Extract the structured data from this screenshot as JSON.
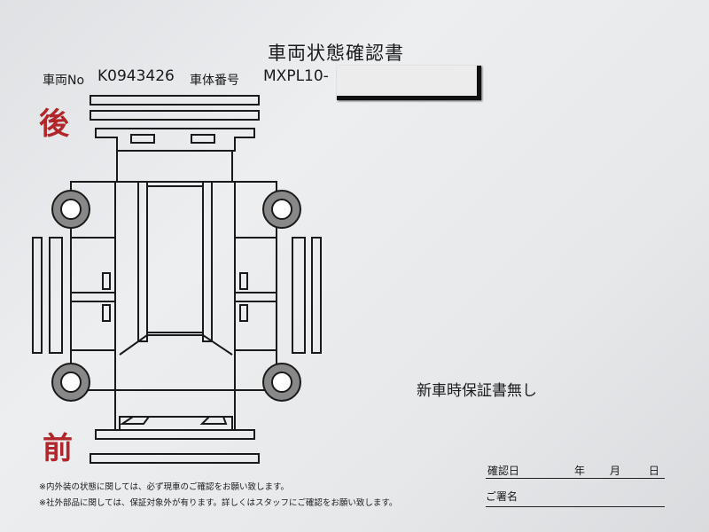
{
  "header": {
    "title": "車両状態確認書",
    "vehicle_no_label": "車両No",
    "vehicle_no": "K0943426",
    "chassis_label": "車体番号",
    "chassis_no": "MXPL10-"
  },
  "diagram": {
    "rear_label": "後",
    "front_label": "前"
  },
  "note": "新車時保証書無し",
  "footnotes": [
    "※内外装の状態に関しては、必ず現車のご確認をお願い致します。",
    "※社外部品に関しては、保証対象外が有ります。詳しくはスタッフにご確認をお願い致します。"
  ],
  "confirmation": {
    "date_label": "確認日",
    "year": "年",
    "month": "月",
    "day": "日",
    "signature_label": "ご署名"
  }
}
